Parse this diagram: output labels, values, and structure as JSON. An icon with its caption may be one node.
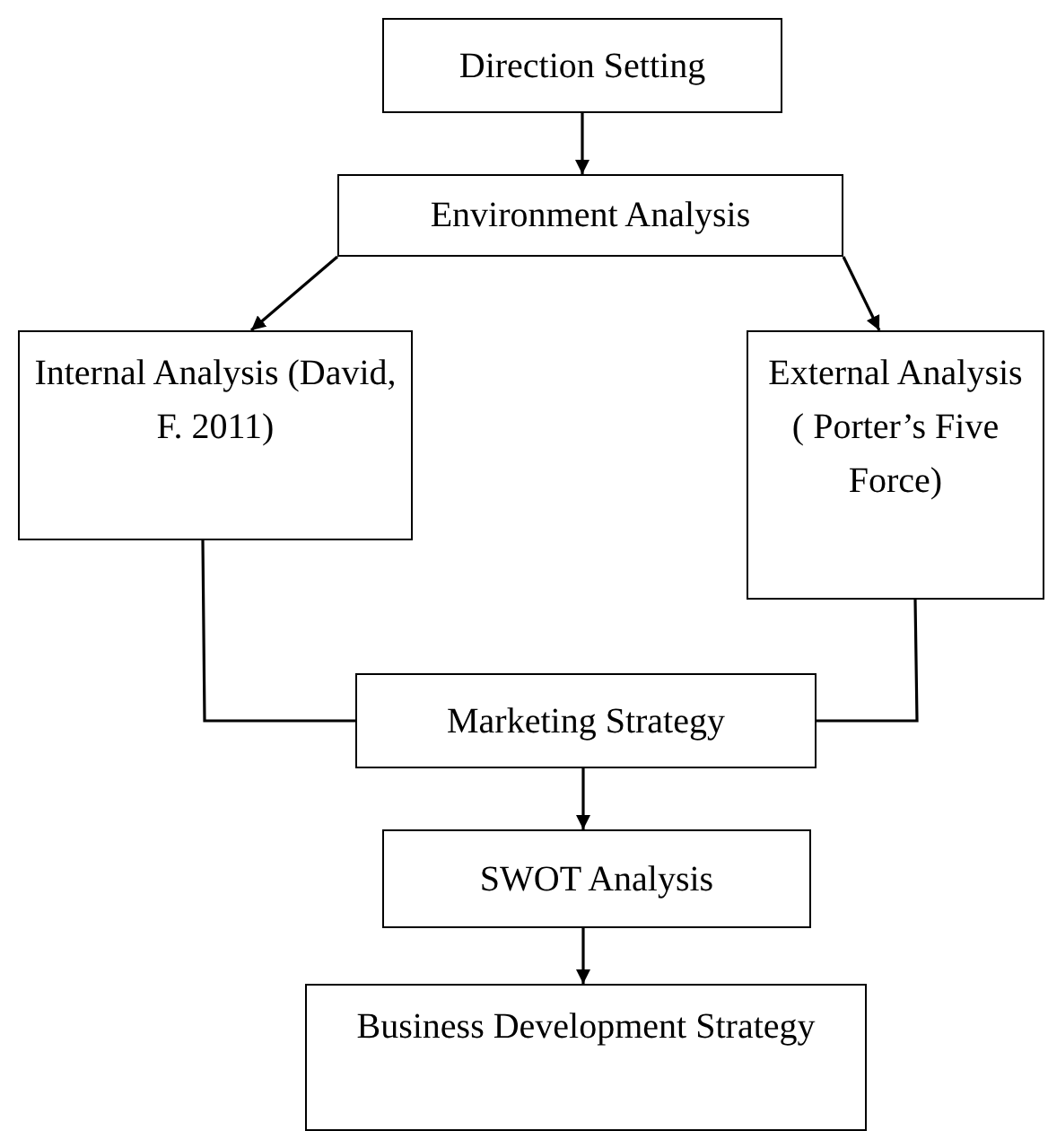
{
  "diagram": {
    "nodes": [
      {
        "text": [
          "Direction Setting"
        ]
      },
      {
        "text": [
          "Environment Analysis"
        ]
      },
      {
        "text": [
          "Internal Analysis (David, F. 2011)"
        ]
      },
      {
        "text": [
          "External Analysis ( Porter’s Five Force)"
        ]
      },
      {
        "text": [
          "Marketing Strategy"
        ]
      },
      {
        "text": [
          "SWOT Analysis"
        ]
      },
      {
        "text": [
          "Business Development Strategy"
        ]
      }
    ],
    "edges": [
      {
        "from": 0,
        "to": 1,
        "arrow": "to"
      },
      {
        "from": 1,
        "to": 2,
        "arrow": "to"
      },
      {
        "from": 1,
        "to": 3,
        "arrow": "to"
      },
      {
        "from": 2,
        "to": 4,
        "arrow": "none"
      },
      {
        "from": 3,
        "to": 4,
        "arrow": "none"
      },
      {
        "from": 4,
        "to": 5,
        "arrow": "to"
      },
      {
        "from": 5,
        "to": 6,
        "arrow": "to"
      }
    ]
  }
}
